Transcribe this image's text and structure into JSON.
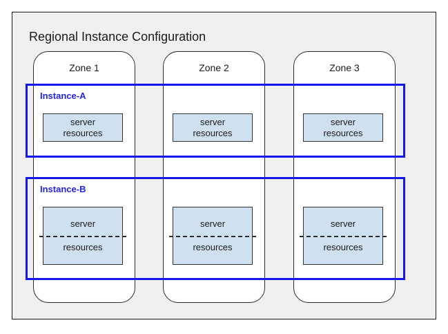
{
  "diagram": {
    "title": "Regional Instance Configuration",
    "colors": {
      "panel_background": "#f0f0f0",
      "panel_border": "#1a1a1a",
      "zone_background": "#ffffff",
      "zone_border": "#2b2b2b",
      "instance_border": "#1414f0",
      "instance_label": "#2222ee",
      "server_fill": "#cfe0f0",
      "server_border": "#333333",
      "text": "#1a1a1a"
    },
    "zones": [
      {
        "label": "Zone 1"
      },
      {
        "label": "Zone 2"
      },
      {
        "label": "Zone 3"
      }
    ],
    "instances": [
      {
        "label": "Instance-A",
        "split": false,
        "resources": [
          {
            "line1": "server",
            "line2": "resources"
          },
          {
            "line1": "server",
            "line2": "resources"
          },
          {
            "line1": "server",
            "line2": "resources"
          }
        ]
      },
      {
        "label": "Instance-B",
        "split": true,
        "resources": [
          {
            "line1": "server",
            "line2": "resources"
          },
          {
            "line1": "server",
            "line2": "resources"
          },
          {
            "line1": "server",
            "line2": "resources"
          }
        ]
      }
    ]
  }
}
